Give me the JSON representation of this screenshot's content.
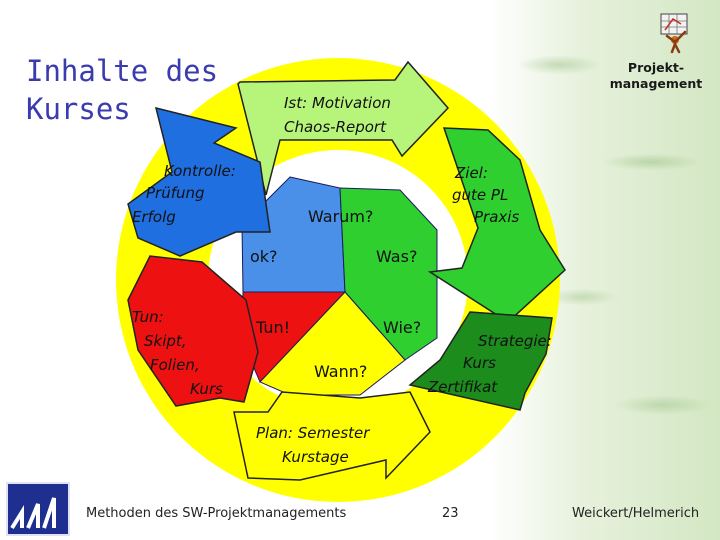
{
  "slide": {
    "title_lines": [
      "Inhalte des",
      "Kurses"
    ],
    "project_label_lines": [
      "Projekt-",
      "management"
    ],
    "footer": {
      "left": "Methoden des SW-Projektmanagements",
      "page": "23",
      "right": "Weickert/Helmerich"
    }
  },
  "diagram": {
    "center": {
      "warum": "Warum?",
      "was": "Was?",
      "ok": "ok?",
      "tun": "Tun!",
      "wie": "Wie?",
      "wann": "Wann?"
    },
    "arrows": {
      "top_lines": [
        "Ist: Motivation",
        "Chaos-Report"
      ],
      "right_lines": [
        "Ziel:",
        "gute PL",
        "Praxis"
      ],
      "lower_right_lines": [
        "Strategie:",
        "Kurs",
        "Zertifikat"
      ],
      "bottom_lines": [
        "Plan: Semester",
        "Kurstage"
      ],
      "left_red_lines": [
        "Tun:",
        "Skipt,",
        "Folien,",
        "Kurs"
      ],
      "upper_left_lines": [
        "Kontrolle:",
        "Prüfung",
        "Erfolg"
      ]
    },
    "colors": {
      "yellow": "#ffff00",
      "light_green": "#b7f57a",
      "green": "#2fcf2f",
      "dark_green": "#1c8c1c",
      "blue": "#1f6fe0",
      "light_blue": "#4a8fe8",
      "red": "#ee1111",
      "title_blue": "#3b3bb0"
    }
  }
}
